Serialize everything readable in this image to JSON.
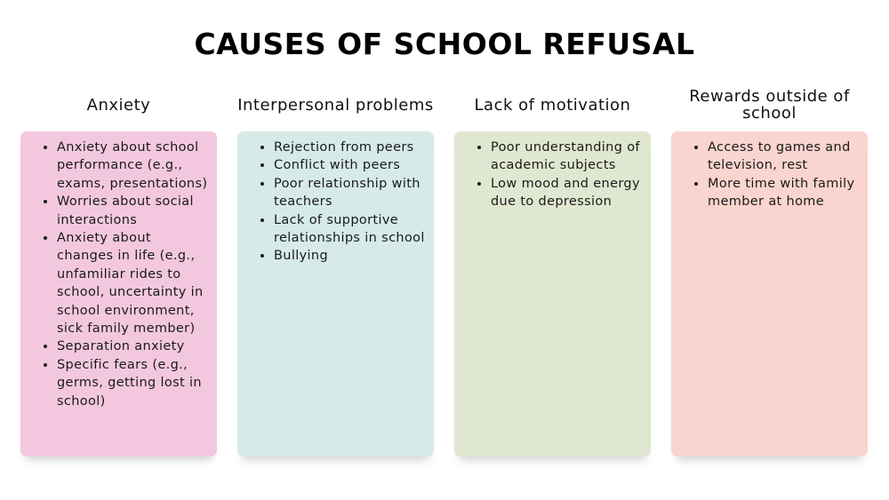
{
  "title": "CAUSES OF SCHOOL REFUSAL",
  "colors": {
    "anxiety": "#f3c8df",
    "interpersonal": "#d6eae8",
    "motivation": "#e0e7d0",
    "rewards": "#fad4ce"
  },
  "columns": [
    {
      "heading": "Anxiety",
      "items": [
        "Anxiety about school performance (e.g., exams, presentations)",
        "Worries about social interactions",
        "Anxiety about changes in life (e.g., unfamiliar rides to school, uncertainty in school environment, sick family member)",
        "Separation anxiety",
        "Specific fears (e.g., germs, getting lost in school)"
      ]
    },
    {
      "heading": "Interpersonal problems",
      "items": [
        "Rejection from peers",
        "Conflict with peers",
        "Poor relationship with teachers",
        "Lack of supportive relationships in school",
        "Bullying"
      ]
    },
    {
      "heading": "Lack of motivation",
      "items": [
        "Poor understanding of academic subjects",
        "Low mood and energy due to depression"
      ]
    },
    {
      "heading": "Rewards outside of school",
      "items": [
        "Access to games and television, rest",
        "More time with family member at home"
      ]
    }
  ]
}
